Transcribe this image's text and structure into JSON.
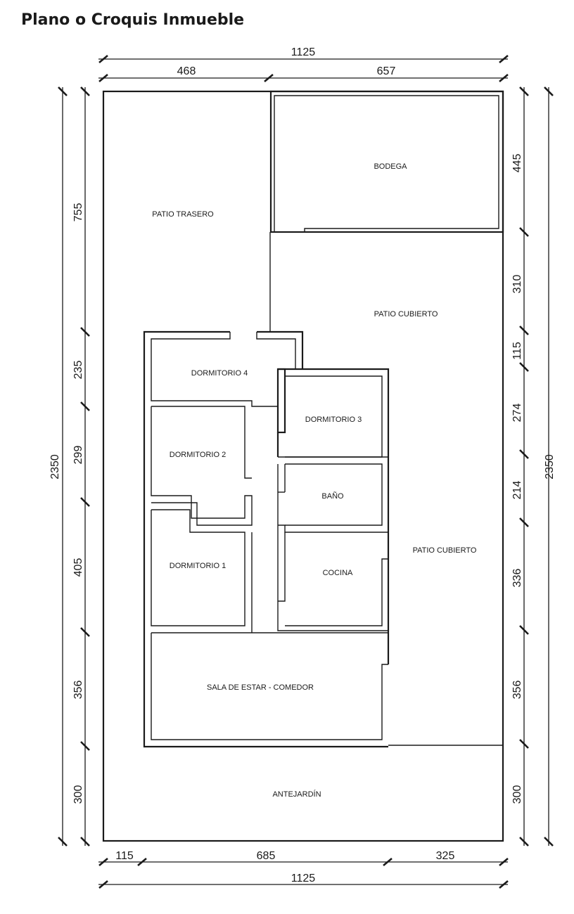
{
  "title": "Plano o Croquis Inmueble",
  "rooms": {
    "bodega": "BODEGA",
    "patio_trasero": "PATIO TRASERO",
    "patio_cubierto_top": "PATIO CUBIERTO",
    "dormitorio_4": "DORMITORIO 4",
    "dormitorio_3": "DORMITORIO 3",
    "dormitorio_2": "DORMITORIO 2",
    "bano": "BAÑO",
    "patio_cubierto_right": "PATIO CUBIERTO",
    "dormitorio_1": "DORMITORIO 1",
    "cocina": "COCINA",
    "sala": "SALA DE ESTAR - COMEDOR",
    "antejardin": "ANTEJARDÍN"
  },
  "dims": {
    "top_total": "1125",
    "top_left": "468",
    "top_right": "657",
    "bottom_left": "115",
    "bottom_mid": "685",
    "bottom_right": "325",
    "bottom_total": "1125",
    "left_total": "2350",
    "left_1": "755",
    "left_2": "235",
    "left_3": "299",
    "left_4": "405",
    "left_5": "356",
    "left_6": "300",
    "right_total": "2350",
    "right_1": "445",
    "right_2": "310",
    "right_3": "115",
    "right_4": "274",
    "right_5": "214",
    "right_6": "336",
    "right_7": "356",
    "right_8": "300"
  }
}
